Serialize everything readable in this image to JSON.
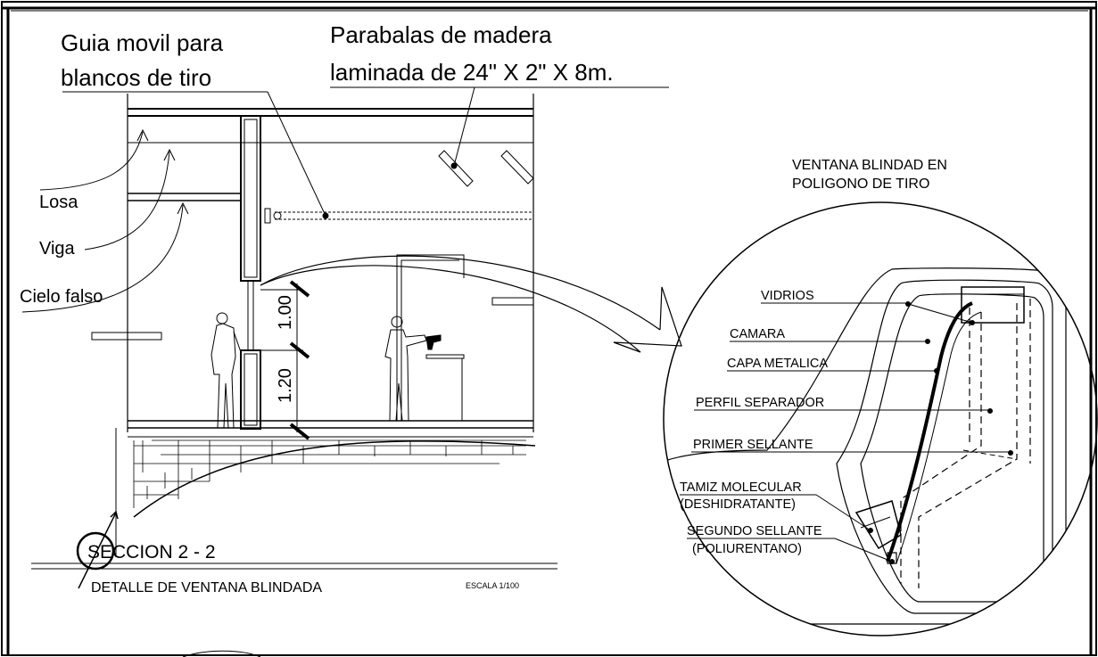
{
  "annotations": {
    "guia_line1": "Guia movil para",
    "guia_line2": "blancos de tiro",
    "parabalas_line1": "Parabalas de madera",
    "parabalas_line2": "laminada de 24\" X 2\" X 8m.",
    "losa": "Losa",
    "viga": "Viga",
    "cielo_falso": "Cielo falso"
  },
  "dimensions": {
    "upper": "1.00",
    "lower": "1.20"
  },
  "section": {
    "title": "SECCION  2 - 2",
    "subtitle": "DETALLE DE VENTANA BLINDADA",
    "scale": "ESCALA 1/100"
  },
  "detail": {
    "title_line1": "VENTANA BLINDAD EN",
    "title_line2": "POLIGONO DE TIRO",
    "labels": [
      "VIDRIOS",
      "CAMARA",
      "CAPA METALICA",
      "PERFIL SEPARADOR",
      "PRIMER SELLANTE",
      "TAMIZ MOLECULAR",
      "(DESHIDRATANTE)",
      "SEGUNDO SELLANTE",
      "(POLIURENTANO)"
    ]
  },
  "icons": [
    "standing-person-icon",
    "shooter-with-pistol-icon",
    "target-guide-pulley-icon",
    "section-marker-icon"
  ]
}
